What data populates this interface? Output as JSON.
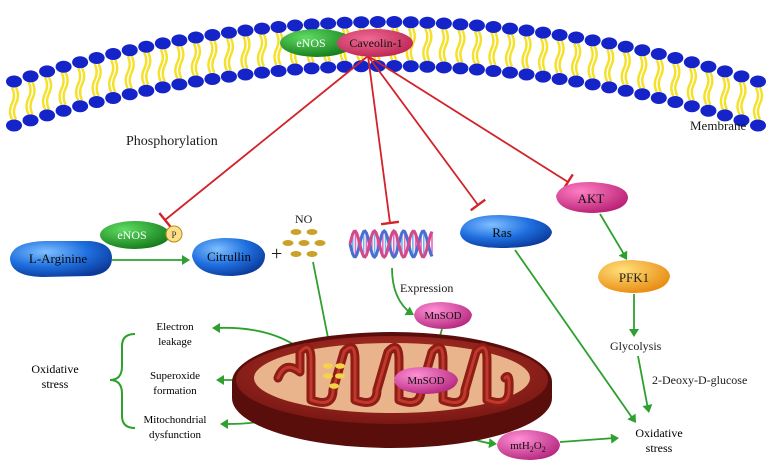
{
  "colors": {
    "inhibition": "#d2232a",
    "activation": "#2ea02e",
    "membrane_head": "#1524c8",
    "membrane_tail": "#f5e12a",
    "enos": "#1f9a2a",
    "caveolin": "#d9336b",
    "blue_node": "#1f6fe0",
    "mnsod": "#e251b4",
    "akt": "#de3a9a",
    "pfk1": "#f5a018",
    "mitochondrion": "#9b1f1a",
    "no_dots": "#c9a227"
  },
  "icons": {
    "membrane": "lipid-bilayer-icon",
    "dna": "dna-helix-icon",
    "mitochondrion": "mitochondrion-icon",
    "no_molecules": "no-molecules-icon"
  },
  "membrane": {
    "label": "Membrane",
    "enos": "eNOS",
    "caveolin": "Caveolin-1"
  },
  "phosphorylation": "Phosphorylation",
  "enos_p": {
    "enos": "eNOS",
    "p": "P"
  },
  "l_arginine": "L-Arginine",
  "citrullin": "Citrullin",
  "plus": "+",
  "no": "NO",
  "expression": "Expression",
  "mnsod_top": "MnSOD",
  "mnsod_mito": "MnSOD",
  "ras": "Ras",
  "akt": "AKT",
  "pfk1": "PFK1",
  "glycolysis": "Glycolysis",
  "deoxy": "2-Deoxy-D-glucose",
  "mth2o2": {
    "prefix": "mtH",
    "sub1": "2",
    "mid": "O",
    "sub2": "2"
  },
  "oxidative_right": {
    "line1": "Oxidative",
    "line2": "stress"
  },
  "oxidative_left": {
    "line1": "Oxidative",
    "line2": "stress"
  },
  "electron_leakage": {
    "line1": "Electron",
    "line2": "leakage"
  },
  "superoxide_formation": {
    "line1": "Superoxide",
    "line2": "formation"
  },
  "mitochondrial_dysfunction": {
    "line1": "Mitochondrial",
    "line2": "dysfunction"
  }
}
